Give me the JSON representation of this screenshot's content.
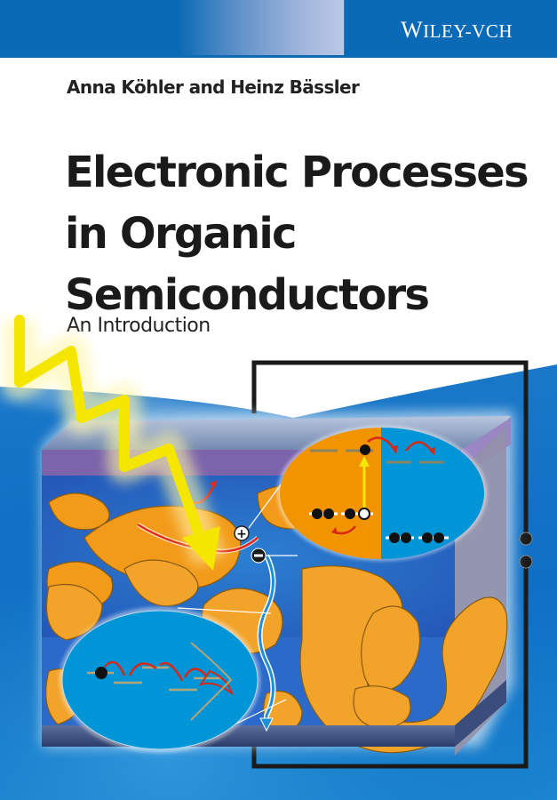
{
  "publisher": {
    "name": "WILEY-VCH",
    "first": "W",
    "rest": "ILEY-VCH"
  },
  "cover": {
    "authors": "Anna Köhler and Heinz Bässler",
    "title_lines": [
      "Electronic Processes",
      "in Organic",
      "Semiconductors"
    ],
    "subtitle": "An Introduction"
  },
  "illustration": {
    "description": "Organic solar cell cross-section with light absorption, charge separation and hopping transport",
    "labels": {
      "plus": "+",
      "minus": "-"
    }
  },
  "colors": {
    "brand_blue": "#0a6ab5",
    "gradient_light": "#bcc8e6",
    "orange": "#f29400",
    "cyan": "#0095d6",
    "purple": "#7a62a8",
    "yellow": "#f5e600",
    "red": "#d62818"
  }
}
